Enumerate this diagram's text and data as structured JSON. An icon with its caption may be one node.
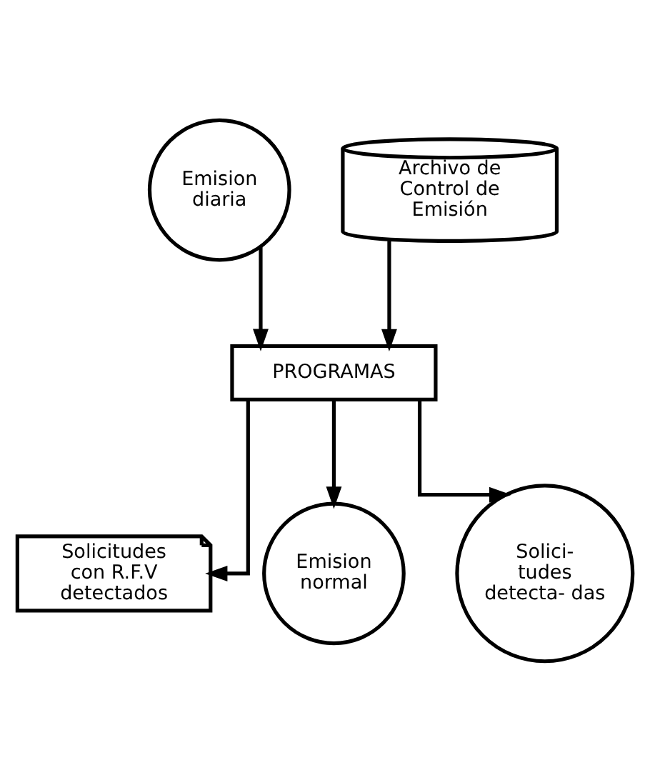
{
  "diagram": {
    "nodes": [
      {
        "text": [
          "Emision diaria"
        ]
      },
      {
        "text": [
          "Archivo de Control de Emisión"
        ]
      },
      {
        "text": [
          "PROGRAMAS"
        ]
      },
      {
        "text": [
          "Solicitudes con R.F.V detectados"
        ]
      },
      {
        "text": [
          "Emision normal"
        ]
      },
      {
        "text": [
          "Solici- tudes detecta- das"
        ]
      }
    ],
    "edges": [
      {
        "from": 0,
        "to": 2,
        "arrow": "to"
      },
      {
        "from": 1,
        "to": 2,
        "arrow": "to"
      },
      {
        "from": 2,
        "to": 3,
        "arrow": "to"
      },
      {
        "from": 2,
        "to": 4,
        "arrow": "to"
      },
      {
        "from": 2,
        "to": 5,
        "arrow": "to"
      }
    ]
  }
}
